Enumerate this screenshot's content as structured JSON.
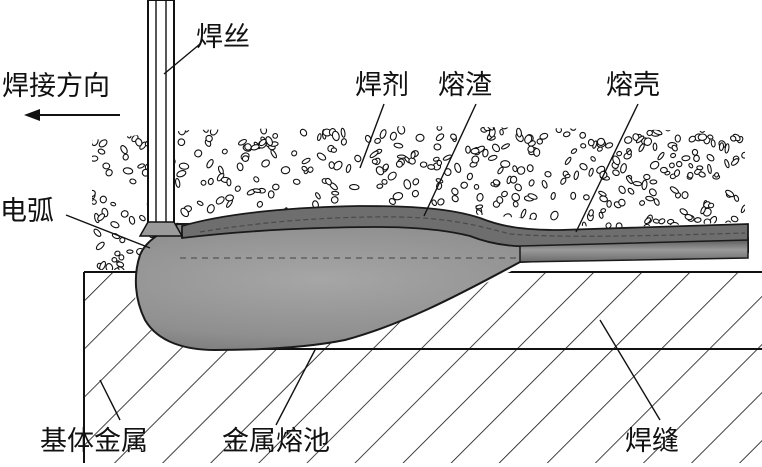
{
  "labels": {
    "wire": "焊丝",
    "direction": "焊接方向",
    "flux": "焊剂",
    "slag": "熔渣",
    "shell": "熔壳",
    "arc": "电弧",
    "base_metal": "基体金属",
    "weld_pool": "金属熔池",
    "weld_seam": "焊缝"
  },
  "colors": {
    "line": "#111111",
    "pool": "#8c8c8c",
    "slag": "#6e6e6e",
    "weld": "#7a7a7a"
  }
}
